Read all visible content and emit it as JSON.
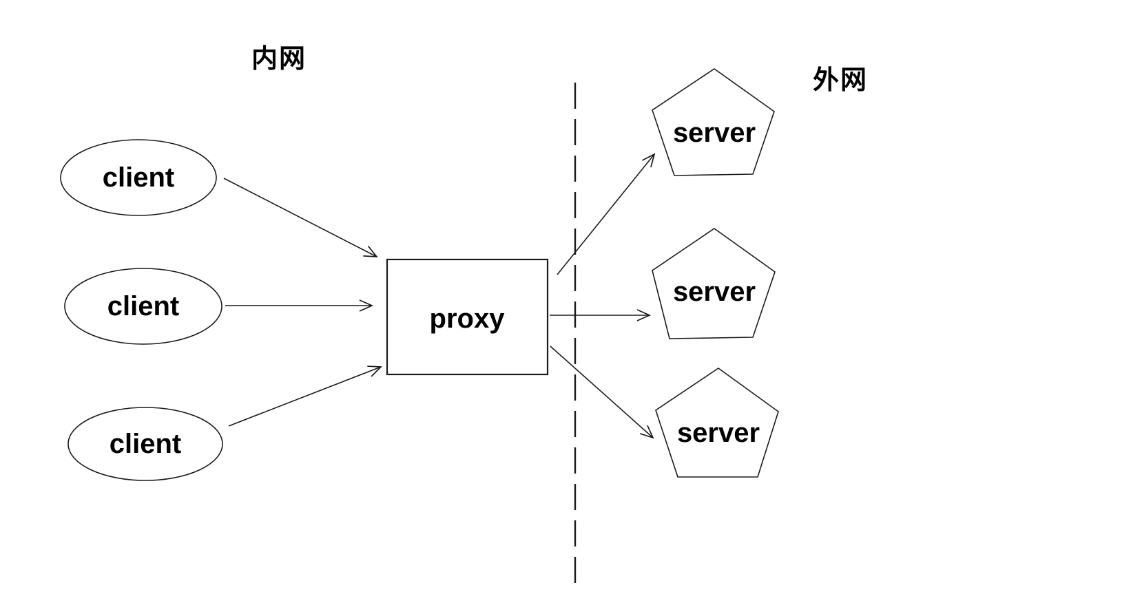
{
  "diagram": {
    "left_region_label": "内网",
    "right_region_label": "外网",
    "clients": [
      {
        "label": "client"
      },
      {
        "label": "client"
      },
      {
        "label": "client"
      }
    ],
    "proxy_label": "proxy",
    "servers": [
      {
        "label": "server"
      },
      {
        "label": "server"
      },
      {
        "label": "server"
      }
    ],
    "colors": {
      "line": "#1a1a1a",
      "text": "#000000",
      "background": "#ffffff"
    }
  }
}
